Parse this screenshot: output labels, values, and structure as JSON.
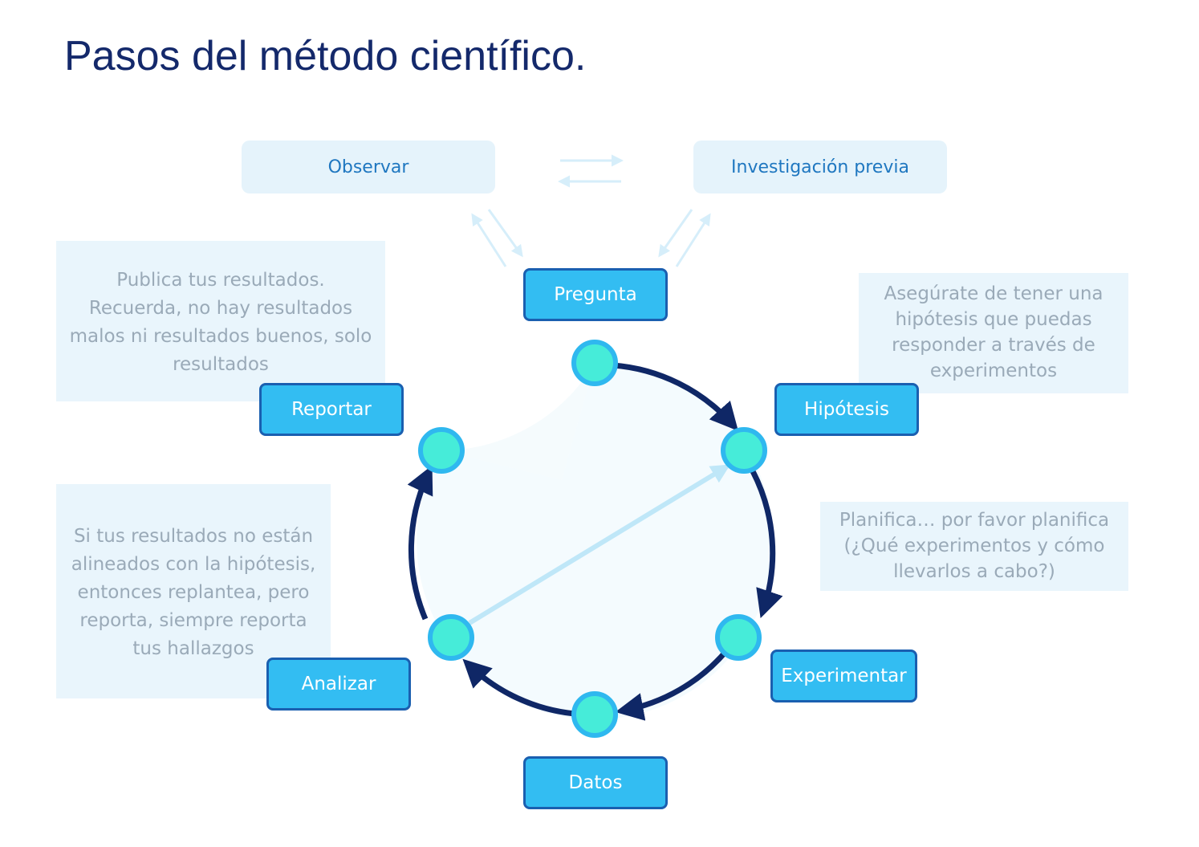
{
  "title": "Pasos del método científico.",
  "top_boxes": {
    "observe": "Observar",
    "research": "Investigación previa"
  },
  "steps": {
    "question": "Pregunta",
    "hypothesis": "Hipótesis",
    "experiment": "Experimentar",
    "data": "Datos",
    "analyze": "Analizar",
    "report": "Reportar"
  },
  "notes": {
    "report": [
      "Publica tus resultados.",
      "Recuerda, no hay resultados",
      "malos ni resultados buenos, solo",
      "resultados"
    ],
    "hypothesis": [
      "Asegúrate de tener una",
      "hipótesis que puedas",
      "responder a través de",
      "experimentos"
    ],
    "experiment": [
      "Planifica… por  favor planifica",
      "(¿Qué experimentos y cómo",
      "llevarlos a cabo?)"
    ],
    "analyze": [
      "Si tus resultados no están",
      "alineados con la hipótesis,",
      "entonces replantea, pero",
      "reporta, siempre reporta",
      "tus hallazgos"
    ]
  },
  "colors": {
    "title": "#14296b",
    "cycle_arrow": "#0f2766",
    "step_fill": "#33bdf2",
    "step_border": "#1a5fb0",
    "node_fill": "#46ecd9",
    "node_ring": "#2fb8ef",
    "light_arrow": "#bfe7f8"
  }
}
